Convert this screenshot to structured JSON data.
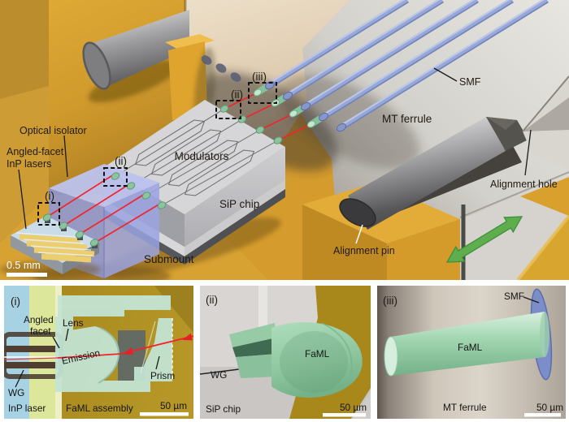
{
  "main_scene": {
    "labels": {
      "optical_isolator": "Optical isolator",
      "angled_facet_line1": "Angled-facet",
      "angled_facet_line2": "InP lasers",
      "modulators": "Modulators",
      "sip_chip": "SiP chip",
      "submount": "Submount",
      "smf": "SMF",
      "mt_ferrule": "MT ferrule",
      "alignment_hole": "Alignment hole",
      "alignment_pin": "Alignment pin",
      "callout_i": "(i)",
      "callout_ii_left": "(ii)",
      "callout_ii_top": "(ii)",
      "callout_iii": "(iii)",
      "scale_bar": "0.5 mm"
    }
  },
  "panels": {
    "i": {
      "tag": "(i)",
      "angled_line1": "Angled",
      "angled_line2": "facet",
      "lens": "Lens",
      "emission": "Emission",
      "prism": "Prism",
      "wg": "WG",
      "inp_laser": "InP laser",
      "faml_assembly": "FaML assembly",
      "scale_bar": "50 µm"
    },
    "ii": {
      "tag": "(ii)",
      "wg": "WG",
      "faml": "FaML",
      "sip_chip": "SiP chip",
      "scale_bar": "50 µm"
    },
    "iii": {
      "tag": "(iii)",
      "smf": "SMF",
      "faml": "FaML",
      "mt_ferrule": "MT ferrule",
      "scale_bar": "50 µm"
    }
  },
  "colors": {
    "gold": "#D9A02E",
    "beige_ferrule_face": "#E6D6BD",
    "ferrule_gray": "#D8D6D1",
    "fiber_blue": "#96A6D6",
    "beam_red": "#F2232B",
    "faml_green": "#8FC7A0",
    "isolator_violet": "#9AA3E0",
    "arrow_green": "#5FAE4E",
    "chip_gray": "#D4D4D6"
  }
}
